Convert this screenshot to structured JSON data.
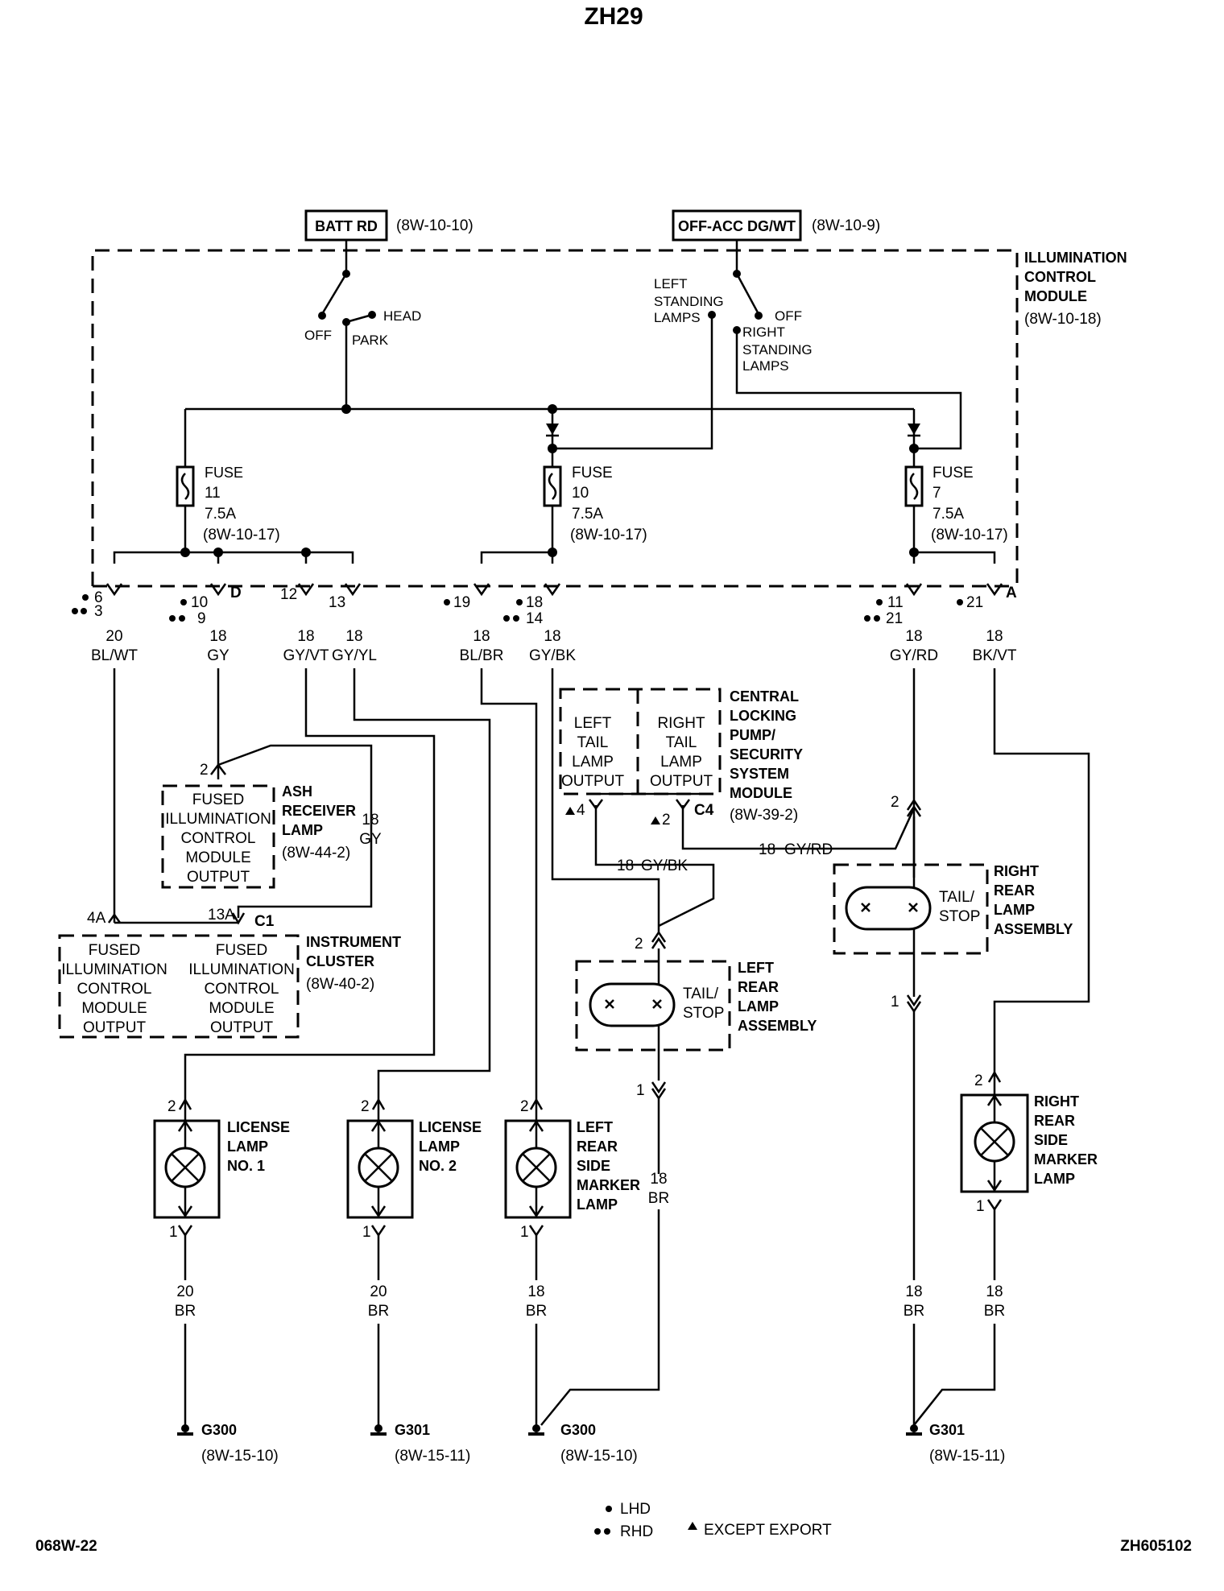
{
  "title": "ZH29",
  "footer": {
    "left_code": "068W-22",
    "right_code": "ZH605102",
    "legend_lhd": "LHD",
    "legend_rhd": "RHD",
    "legend_except_export": "EXCEPT EXPORT"
  },
  "sources": {
    "batt": {
      "label": "BATT RD",
      "ref": "(8W-10-10)"
    },
    "offacc": {
      "label": "OFF-ACC DG/WT",
      "ref": "(8W-10-9)"
    }
  },
  "icm": {
    "name_l1": "ILLUMINATION",
    "name_l2": "CONTROL",
    "name_l3": "MODULE",
    "ref": "(8W-10-18)",
    "switch1": {
      "off": "OFF",
      "park": "PARK",
      "head": "HEAD"
    },
    "switch2": {
      "left_l1": "LEFT",
      "left_l2": "STANDING",
      "left_l3": "LAMPS",
      "off": "OFF",
      "right_l1": "RIGHT",
      "right_l2": "STANDING",
      "right_l3": "LAMPS"
    },
    "fuses": [
      {
        "word": "FUSE",
        "num": "11",
        "amps": "7.5A",
        "ref": "(8W-10-17)"
      },
      {
        "word": "FUSE",
        "num": "10",
        "amps": "7.5A",
        "ref": "(8W-10-17)"
      },
      {
        "word": "FUSE",
        "num": "7",
        "amps": "7.5A",
        "ref": "(8W-10-17)"
      }
    ],
    "pins": [
      "6",
      "3",
      "10",
      "9",
      "D",
      "12",
      "13",
      "19",
      "18",
      "14",
      "11",
      "21",
      "21",
      "A"
    ]
  },
  "wires": [
    {
      "gauge": "20",
      "color": "BL/WT"
    },
    {
      "gauge": "18",
      "color": "GY"
    },
    {
      "gauge": "18",
      "color": "GY/VT"
    },
    {
      "gauge": "18",
      "color": "GY/YL"
    },
    {
      "gauge": "18",
      "color": "BL/BR"
    },
    {
      "gauge": "18",
      "color": "GY/BK"
    },
    {
      "gauge": "18",
      "color": "GY/RD"
    },
    {
      "gauge": "18",
      "color": "BK/VT"
    },
    {
      "gauge": "18",
      "color": "GY"
    },
    {
      "gauge": "18",
      "color": "GY/BK"
    },
    {
      "gauge": "18",
      "color": "GY/RD"
    },
    {
      "gauge": "18",
      "color": "BR"
    },
    {
      "gauge": "20",
      "color": "BR"
    },
    {
      "gauge": "20",
      "color": "BR"
    },
    {
      "gauge": "18",
      "color": "BR"
    },
    {
      "gauge": "18",
      "color": "BR"
    },
    {
      "gauge": "18",
      "color": "BR"
    }
  ],
  "ash_receiver": {
    "inner_l1": "FUSED",
    "inner_l2": "ILLUMINATION",
    "inner_l3": "CONTROL",
    "inner_l4": "MODULE",
    "inner_l5": "OUTPUT",
    "name_l1": "ASH",
    "name_l2": "RECEIVER",
    "name_l3": "LAMP",
    "ref": "(8W-44-2)",
    "pin": "2"
  },
  "cluster": {
    "left_l1": "FUSED",
    "left_l2": "ILLUMINATION",
    "left_l3": "CONTROL",
    "left_l4": "MODULE",
    "left_l5": "OUTPUT",
    "right_l1": "FUSED",
    "right_l2": "ILLUMINATION",
    "right_l3": "CONTROL",
    "right_l4": "MODULE",
    "right_l5": "OUTPUT",
    "name_l1": "INSTRUMENT",
    "name_l2": "CLUSTER",
    "ref": "(8W-40-2)",
    "pin_a": "4A",
    "pin_b": "13A",
    "connector": "C1"
  },
  "central_locking": {
    "left_l1": "LEFT",
    "left_l2": "TAIL",
    "left_l3": "LAMP",
    "left_l4": "OUTPUT",
    "right_l1": "RIGHT",
    "right_l2": "TAIL",
    "right_l3": "LAMP",
    "right_l4": "OUTPUT",
    "name_l1": "CENTRAL",
    "name_l2": "LOCKING",
    "name_l3": "PUMP/",
    "name_l4": "SECURITY",
    "name_l5": "SYSTEM",
    "name_l6": "MODULE",
    "ref": "(8W-39-2)",
    "pin_left": "4",
    "pin_right": "2",
    "connector": "C4"
  },
  "left_rear_lamp": {
    "bulb_l1": "TAIL/",
    "bulb_l2": "STOP",
    "name_l1": "LEFT",
    "name_l2": "REAR",
    "name_l3": "LAMP",
    "name_l4": "ASSEMBLY",
    "pin_top": "2",
    "pin_bottom": "1"
  },
  "right_rear_lamp": {
    "bulb_l1": "TAIL/",
    "bulb_l2": "STOP",
    "name_l1": "RIGHT",
    "name_l2": "REAR",
    "name_l3": "LAMP",
    "name_l4": "ASSEMBLY",
    "pin_top": "2",
    "pin_bottom": "1"
  },
  "lamps": [
    {
      "name_l1": "LICENSE",
      "name_l2": "LAMP",
      "name_l3": "NO. 1",
      "pin_top": "2",
      "pin_bottom": "1"
    },
    {
      "name_l1": "LICENSE",
      "name_l2": "LAMP",
      "name_l3": "NO. 2",
      "pin_top": "2",
      "pin_bottom": "1"
    },
    {
      "name_l1": "LEFT",
      "name_l2": "REAR",
      "name_l3": "SIDE",
      "name_l4": "MARKER",
      "name_l5": "LAMP",
      "pin_top": "2",
      "pin_bottom": "1"
    },
    {
      "name_l1": "RIGHT",
      "name_l2": "REAR",
      "name_l3": "SIDE",
      "name_l4": "MARKER",
      "name_l5": "LAMP",
      "pin_top": "2",
      "pin_bottom": "1"
    }
  ],
  "grounds": [
    {
      "name": "G300",
      "ref": "(8W-15-10)"
    },
    {
      "name": "G301",
      "ref": "(8W-15-11)"
    },
    {
      "name": "G300",
      "ref": "(8W-15-10)"
    },
    {
      "name": "G301",
      "ref": "(8W-15-11)"
    }
  ]
}
